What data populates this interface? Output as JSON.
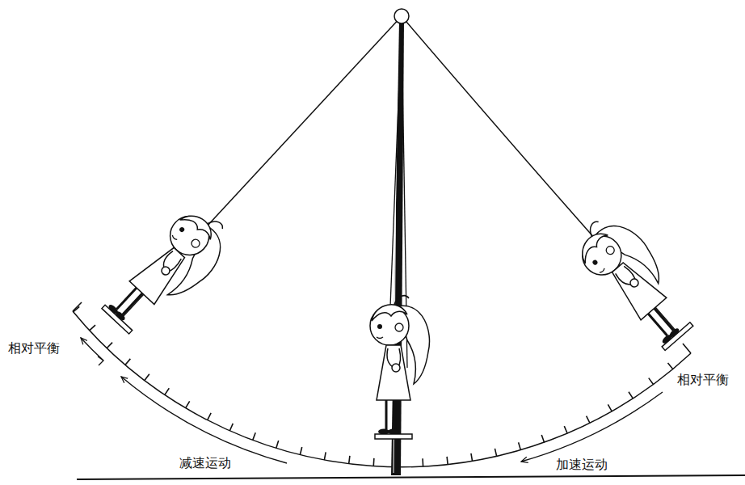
{
  "diagram": {
    "labels": [
      "相对平衡",
      "减速运动",
      "加速运动",
      "相对平衡"
    ]
  }
}
